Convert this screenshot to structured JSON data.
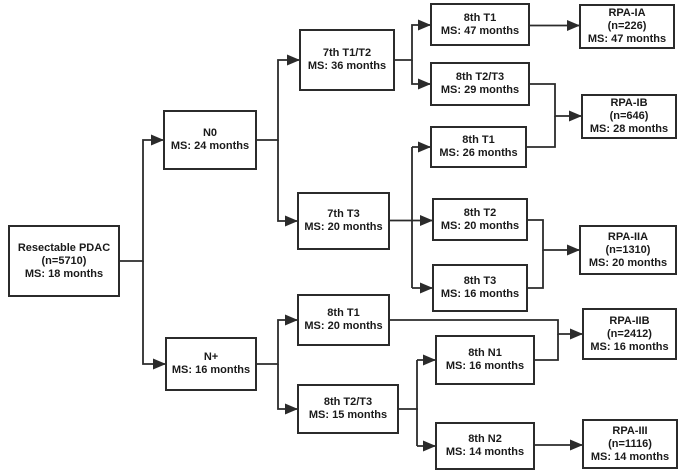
{
  "colors": {
    "line": "#2b2b2b",
    "box_border": "#2b2b2b",
    "text": "#1a1a1a",
    "background": "#ffffff"
  },
  "nodes": {
    "root": {
      "lines": [
        "Resectable PDAC",
        "(n=5710)",
        "MS: 18 months"
      ]
    },
    "n0": {
      "lines": [
        "N0",
        "MS: 24 months"
      ]
    },
    "n_plus": {
      "lines": [
        "N+",
        "MS: 16 months"
      ]
    },
    "t7_t1t2": {
      "lines": [
        "7th T1/T2",
        "MS: 36 months"
      ]
    },
    "t7_t3": {
      "lines": [
        "7th T3",
        "MS: 20 months"
      ]
    },
    "t8_t1_np": {
      "lines": [
        "8th T1",
        "MS: 20 months"
      ]
    },
    "t8_t23_np": {
      "lines": [
        "8th T2/T3",
        "MS: 15 months"
      ]
    },
    "t8_t1_47": {
      "lines": [
        "8th T1",
        "MS: 47 months"
      ]
    },
    "t8_t23_29": {
      "lines": [
        "8th T2/T3",
        "MS: 29 months"
      ]
    },
    "t8_t1_26": {
      "lines": [
        "8th T1",
        "MS: 26 months"
      ]
    },
    "t8_t2_20": {
      "lines": [
        "8th T2",
        "MS: 20 months"
      ]
    },
    "t8_t3_16": {
      "lines": [
        "8th T3",
        "MS: 16 months"
      ]
    },
    "t8_n1": {
      "lines": [
        "8th N1",
        "MS: 16 months"
      ]
    },
    "t8_n2": {
      "lines": [
        "8th N2",
        "MS: 14 months"
      ]
    },
    "rpa_ia": {
      "lines": [
        "RPA-IA",
        "(n=226)",
        "MS: 47 months"
      ]
    },
    "rpa_ib": {
      "lines": [
        "RPA-IB",
        "(n=646)",
        "MS: 28 months"
      ]
    },
    "rpa_iia": {
      "lines": [
        "RPA-IIA",
        "(n=1310)",
        "MS: 20 months"
      ]
    },
    "rpa_iib": {
      "lines": [
        "RPA-IIB",
        "(n=2412)",
        "MS: 16 months"
      ]
    },
    "rpa_iii": {
      "lines": [
        "RPA-III",
        "(n=1116)",
        "MS: 14 months"
      ]
    }
  },
  "edges": [
    {
      "from": "root",
      "to": "n0"
    },
    {
      "from": "root",
      "to": "n_plus"
    },
    {
      "from": "n0",
      "to": "t7_t1t2"
    },
    {
      "from": "n0",
      "to": "t7_t3"
    },
    {
      "from": "n_plus",
      "to": "t8_t1_np"
    },
    {
      "from": "n_plus",
      "to": "t8_t23_np"
    },
    {
      "from": "t7_t1t2",
      "to": "t8_t1_47"
    },
    {
      "from": "t7_t1t2",
      "to": "t8_t23_29"
    },
    {
      "from": "t7_t3",
      "to": "t8_t1_26"
    },
    {
      "from": "t7_t3",
      "to": "t8_t2_20"
    },
    {
      "from": "t7_t3",
      "to": "t8_t3_16"
    },
    {
      "from": "t8_t23_np",
      "to": "t8_n1"
    },
    {
      "from": "t8_t23_np",
      "to": "t8_n2"
    },
    {
      "from": "t8_t1_47",
      "to": "rpa_ia"
    },
    {
      "from": "t8_t23_29",
      "to": "rpa_ib"
    },
    {
      "from": "t8_t1_26",
      "to": "rpa_ib"
    },
    {
      "from": "t8_t2_20",
      "to": "rpa_iia"
    },
    {
      "from": "t8_t3_16",
      "to": "rpa_iia"
    },
    {
      "from": "t8_t1_np",
      "to": "rpa_iib"
    },
    {
      "from": "t8_n1",
      "to": "rpa_iib"
    },
    {
      "from": "t8_n2",
      "to": "rpa_iii"
    }
  ]
}
